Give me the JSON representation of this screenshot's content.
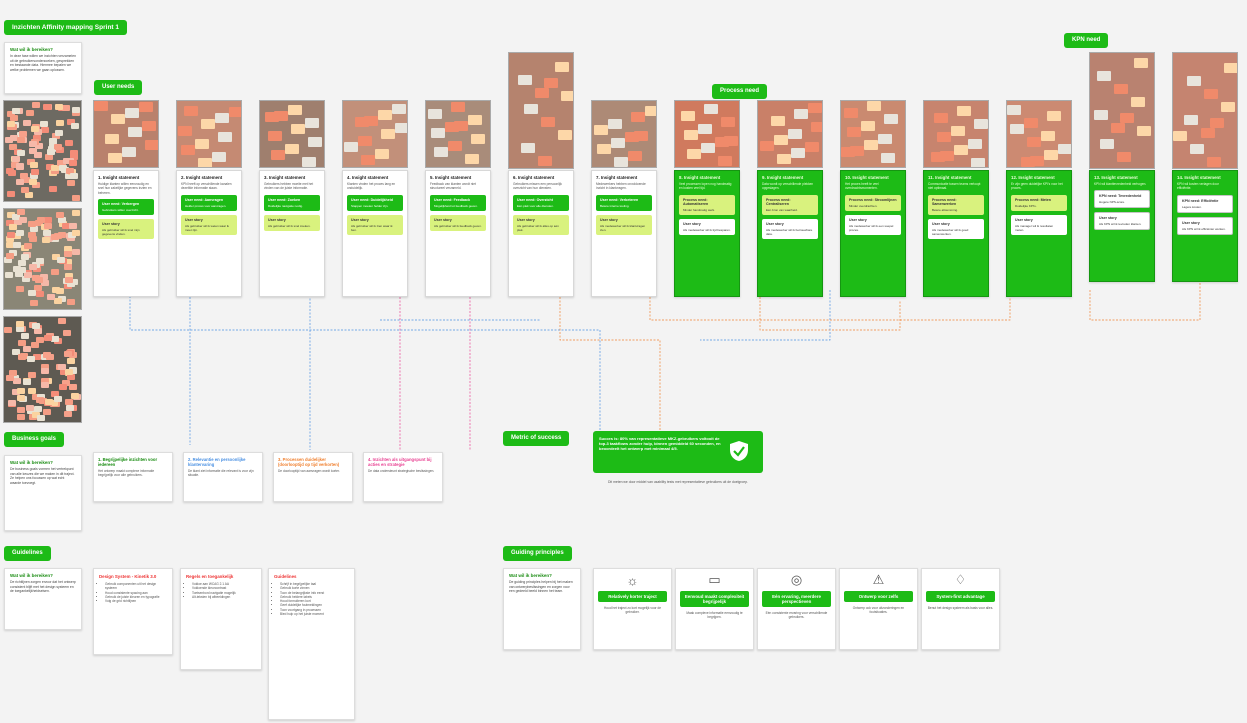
{
  "board": {
    "title": "Inzichten Affinity mapping Sprint 1"
  },
  "labels": {
    "user_needs": "User needs",
    "process_need": "Process need",
    "kpn_need": "KPN need",
    "business_goals": "Business goals",
    "metric_of_success": "Metric of success",
    "guidelines": "Guidelines",
    "guiding_principles": "Guiding principles"
  },
  "intro": {
    "heading": "Wat wil ik bereiken?",
    "text": "In deze fase willen we inzichten verzamelen uit de gebruikersonderzoeken, gesprekken en bestaande data. Hiermee bepalen we welke problemen we gaan oplossen."
  },
  "business_goals_note": {
    "heading": "Wat wil ik bereiken?",
    "text": "De business goals vormen het vertrekpunt van alle keuzes die we maken in dit traject. Ze helpen ons focussen op wat echt waarde toevoegt."
  },
  "guidelines_note": {
    "heading": "Wat wil ik bereiken?",
    "text": "De richtlijnen zorgen ervoor dat het ontwerp consistent blijft met het design systeem en de toegankelijkheidseisen."
  },
  "principles_note": {
    "heading": "Wat wil ik bereiken?",
    "text": "De guiding principles helpen bij het maken van ontwerpbeslissingen en zorgen voor een gedeeld beeld binnen het team."
  },
  "insights": [
    {
      "title": "1. Insight statement",
      "body": "Huidige klanten willen eenvoudig en snel hun zakelijke gegevens inzien en beheren.",
      "need": "User need: Verbergen",
      "need_text": "Gebruikers willen overzicht.",
      "story": "User story",
      "story_text": "Als gebruiker wil ik snel mijn gegevens vinden."
    },
    {
      "title": "2. Insight statement",
      "body": "KPN heeft op verschillende kanalen dezelfde informatie staan.",
      "need": "User need: Aanvragen",
      "need_text": "Helder proces voor aanvragen.",
      "story": "User story",
      "story_text": "Als gebruiker wil ik weten waar ik moet zijn."
    },
    {
      "title": "3. Insight statement",
      "body": "Gebruikers hebben moeite met het vinden van de juiste informatie.",
      "need": "User need: Zoeken",
      "need_text": "Duidelijke navigatie nodig.",
      "story": "User story",
      "story_text": "Als gebruiker wil ik snel zoeken."
    },
    {
      "title": "4. Insight statement",
      "body": "Klanten vinden het proces lang en onduidelijk.",
      "need": "User need: Duidelijkheid",
      "need_text": "Stappen moeten helder zijn.",
      "story": "User story",
      "story_text": "Als gebruiker wil ik zien waar ik ben."
    },
    {
      "title": "5. Insight statement",
      "body": "Feedback van klanten wordt niet structureel verzameld.",
      "need": "User need: Feedback",
      "need_text": "Mogelijkheid tot feedback geven.",
      "story": "User story",
      "story_text": "Als gebruiker wil ik feedback geven."
    },
    {
      "title": "6. Insight statement",
      "body": "Gebruikers missen een persoonlijk overzicht van hun diensten.",
      "need": "User need: Overzicht",
      "need_text": "Eén plek voor alle diensten.",
      "story": "User story",
      "story_text": "Als gebruiker wil ik alles op één plek."
    },
    {
      "title": "7. Insight statement",
      "body": "Medewerkers hebben onvoldoende inzicht in klantvragen.",
      "need": "User need: Verbeteren",
      "need_text": "Betere interne tooling.",
      "story": "User story",
      "story_text": "Als medewerker wil ik klantvragen zien."
    },
    {
      "title": "8. Insight statement",
      "body": "Veel processen lopen nog handmatig en kosten veel tijd.",
      "need": "Process need: Automatiseren",
      "need_text": "Minder handmatig werk.",
      "story": "User story",
      "story_text": "Als medewerker wil ik tijd besparen."
    },
    {
      "title": "9. Insight statement",
      "body": "Data wordt op verschillende plekken opgeslagen.",
      "need": "Process need: Centraliseren",
      "need_text": "Eén bron van waarheid.",
      "story": "User story",
      "story_text": "Als medewerker wil ik betrouwbare data."
    },
    {
      "title": "10. Insight statement",
      "body": "Het proces heeft te veel overdrachtsmomenten.",
      "need": "Process need: Stroomlijnen",
      "need_text": "Minder overdrachten.",
      "story": "User story",
      "story_text": "Als medewerker wil ik een soepel proces."
    },
    {
      "title": "11. Insight statement",
      "body": "Communicatie tussen teams verloopt niet optimaal.",
      "need": "Process need: Samenwerken",
      "need_text": "Betere afstemming.",
      "story": "User story",
      "story_text": "Als medewerker wil ik goed samenwerken."
    },
    {
      "title": "12. Insight statement",
      "body": "Er zijn geen duidelijke KPI's voor het proces.",
      "need": "Process need: Meten",
      "need_text": "Duidelijke KPI's.",
      "story": "User story",
      "story_text": "Als manager wil ik resultaten meten."
    },
    {
      "title": "13. Insight statement",
      "body": "KPN wil klanttevredenheid verhogen.",
      "need": "KPN need: Tevredenheid",
      "need_text": "Hogere NPS-score.",
      "story": "User story",
      "story_text": "Als KPN wil ik tevreden klanten."
    },
    {
      "title": "14. Insight statement",
      "body": "KPN wil kosten verlagen door efficiëntie.",
      "need": "KPN need: Efficiëntie",
      "need_text": "Lagere kosten.",
      "story": "User story",
      "story_text": "Als KPN wil ik efficiënter werken."
    }
  ],
  "business_goals": [
    {
      "title": "1. Begrijpelijke inzichten voor iedereen",
      "text": "Het ontwerp maakt complexe informatie begrijpelijk voor alle gebruikers."
    },
    {
      "title": "2. Relevantie en persoonlijke klantervaring",
      "text": "De klant ziet informatie die relevant is voor zijn situatie."
    },
    {
      "title": "3. Processen duidelijker (doorlooptijd op tijd verkorten)",
      "text": "De doorlooptijd van aanvragen wordt korter."
    },
    {
      "title": "4. Inzichten als uitgangspunt bij acties en strategie",
      "text": "De data ondersteunt strategische beslissingen."
    }
  ],
  "metric": {
    "text": "Succes is: 80% van representatieve MKZ-gebruikers voltooit de top-3 taakflows zonder hulp, binnen gemiddeld 60 seconden, en beoordeelt het ontwerp met minimaal 4/5.",
    "desc": "Dit meten we door middel van usability tests met representatieve gebruikers uit de doelgroep."
  },
  "guidelines": [
    {
      "title": "Design System - Kinetik 3.0",
      "items": [
        "Gebruik componenten uit het design systeem",
        "Houd consistente spacing aan",
        "Gebruik de juiste kleuren en typografie",
        "Volg de grid richtlijnen"
      ]
    },
    {
      "title": "Regels en toegankelijk",
      "items": [
        "Voldoe aan WCAG 2.1 AA",
        "Voldoende kleurcontrast",
        "Toetsenbord navigatie mogelijk",
        "Alt-teksten bij afbeeldingen"
      ]
    },
    {
      "title": "Guidelines",
      "items": [
        "Schrijf in begrijpelijke taal",
        "Gebruik korte zinnen",
        "Toon de belangrijkste info eerst",
        "Gebruik heldere labels",
        "Houd formulieren kort",
        "Geef duidelijke foutmeldingen",
        "Toon voortgang in processen",
        "Bied hulp op het juiste moment"
      ]
    }
  ],
  "principles": [
    {
      "title": "Relatively korter traject",
      "icon": "☼",
      "icon_name": "sun-icon",
      "text": "Houd het traject zo kort mogelijk voor de gebruiker."
    },
    {
      "title": "Eenvoud maakt complexiteit begrijpelijk",
      "icon": "▭",
      "icon_name": "screen-icon",
      "text": "Maak complexe informatie eenvoudig te begrijpen."
    },
    {
      "title": "Eén ervaring, meerdere perspectieven",
      "icon": "◎",
      "icon_name": "users-icon",
      "text": "Eén consistente ervaring voor verschillende gebruikers."
    },
    {
      "title": "Ontwerp voor zelfs",
      "icon": "⚠",
      "icon_name": "warning-icon",
      "text": "Ontwerp ook voor uitzonderingen en foutsituaties."
    },
    {
      "title": "System-first advantage",
      "icon": "♢",
      "icon_name": "gem-icon",
      "text": "Benut het design systeem als basis voor alles."
    }
  ],
  "colors": {
    "accent": "#1dbb16",
    "lime": "#d9f27e",
    "lines_blue": "#4a90e2",
    "lines_orange": "#f08030",
    "lines_pink": "#e84393"
  }
}
